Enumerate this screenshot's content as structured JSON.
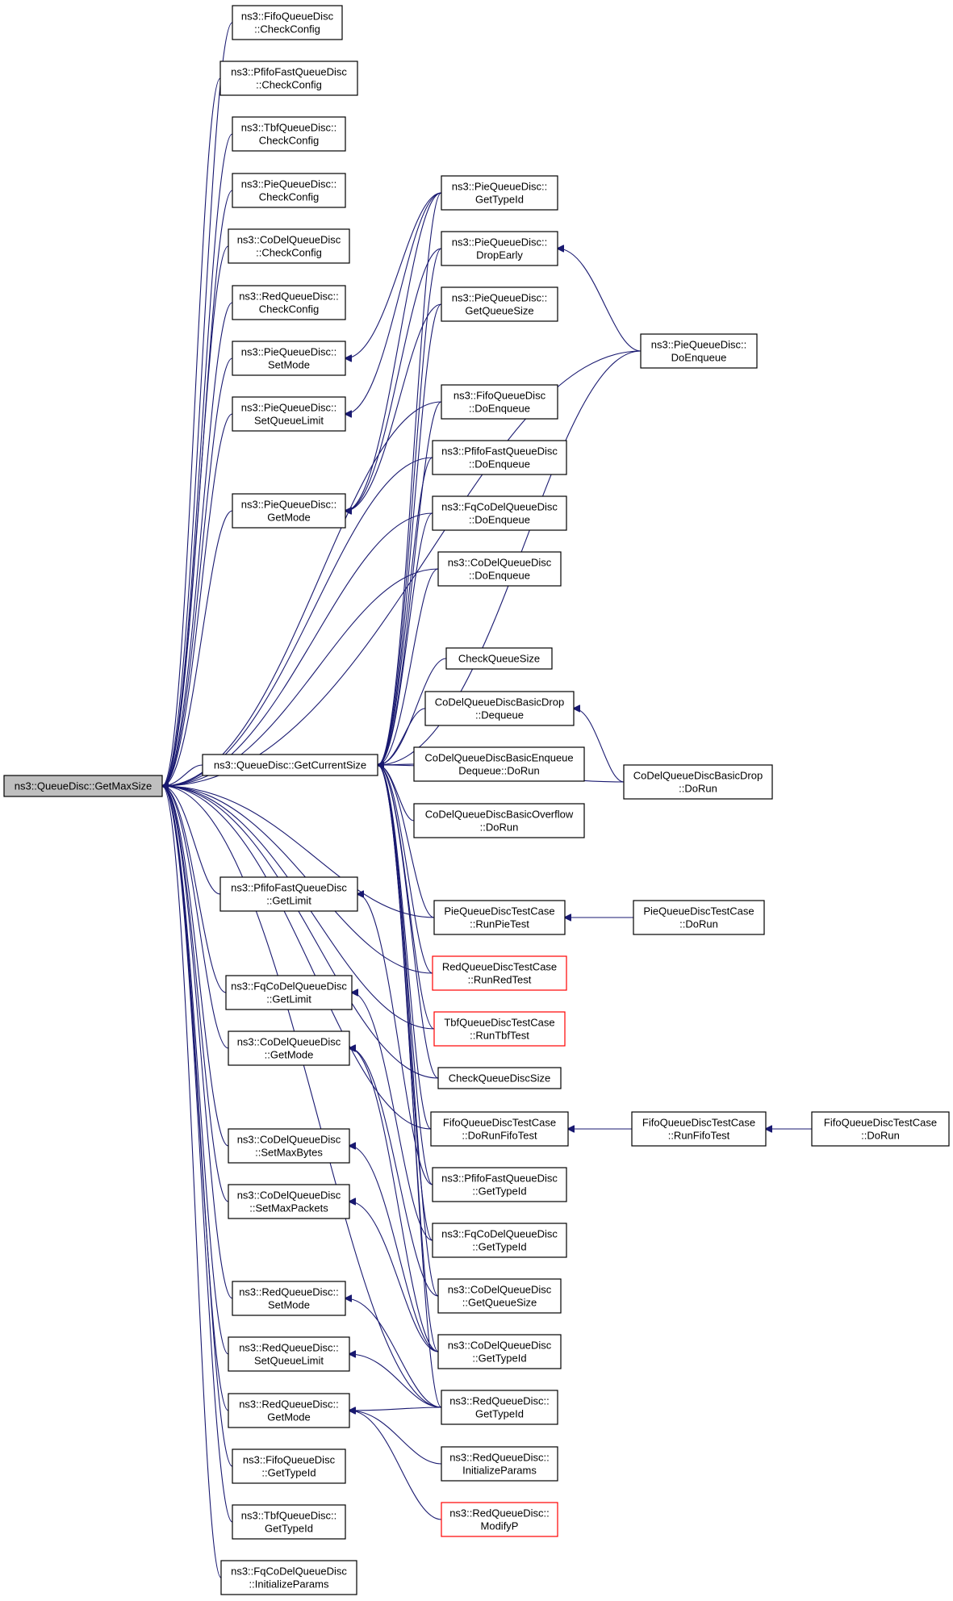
{
  "graph": {
    "nodes": [
      {
        "id": "root",
        "lines": [
          "ns3::QueueDisc::GetMaxSize"
        ],
        "style": "root"
      },
      {
        "id": "fifo_cc",
        "lines": [
          "ns3::FifoQueueDisc",
          "::CheckConfig"
        ]
      },
      {
        "id": "pfifo_cc",
        "lines": [
          "ns3::PfifoFastQueueDisc",
          "::CheckConfig"
        ]
      },
      {
        "id": "tbf_cc",
        "lines": [
          "ns3::TbfQueueDisc::",
          "CheckConfig"
        ]
      },
      {
        "id": "pie_cc",
        "lines": [
          "ns3::PieQueueDisc::",
          "CheckConfig"
        ]
      },
      {
        "id": "codel_cc",
        "lines": [
          "ns3::CoDelQueueDisc",
          "::CheckConfig"
        ]
      },
      {
        "id": "red_cc",
        "lines": [
          "ns3::RedQueueDisc::",
          "CheckConfig"
        ]
      },
      {
        "id": "pie_setmode",
        "lines": [
          "ns3::PieQueueDisc::",
          "SetMode"
        ]
      },
      {
        "id": "pie_setql",
        "lines": [
          "ns3::PieQueueDisc::",
          "SetQueueLimit"
        ]
      },
      {
        "id": "pie_getmode",
        "lines": [
          "ns3::PieQueueDisc::",
          "GetMode"
        ]
      },
      {
        "id": "getcur",
        "lines": [
          "ns3::QueueDisc::GetCurrentSize"
        ]
      },
      {
        "id": "pfifo_getlimit",
        "lines": [
          "ns3::PfifoFastQueueDisc",
          "::GetLimit"
        ]
      },
      {
        "id": "fq_getlimit",
        "lines": [
          "ns3::FqCoDelQueueDisc",
          "::GetLimit"
        ]
      },
      {
        "id": "codel_getmode",
        "lines": [
          "ns3::CoDelQueueDisc",
          "::GetMode"
        ]
      },
      {
        "id": "codel_setmb",
        "lines": [
          "ns3::CoDelQueueDisc",
          "::SetMaxBytes"
        ]
      },
      {
        "id": "codel_setmp",
        "lines": [
          "ns3::CoDelQueueDisc",
          "::SetMaxPackets"
        ]
      },
      {
        "id": "red_setmode",
        "lines": [
          "ns3::RedQueueDisc::",
          "SetMode"
        ]
      },
      {
        "id": "red_setql",
        "lines": [
          "ns3::RedQueueDisc::",
          "SetQueueLimit"
        ]
      },
      {
        "id": "red_getmode",
        "lines": [
          "ns3::RedQueueDisc::",
          "GetMode"
        ]
      },
      {
        "id": "fifo_gettid",
        "lines": [
          "ns3::FifoQueueDisc",
          "::GetTypeId"
        ]
      },
      {
        "id": "tbf_gettid",
        "lines": [
          "ns3::TbfQueueDisc::",
          "GetTypeId"
        ]
      },
      {
        "id": "fq_initp",
        "lines": [
          "ns3::FqCoDelQueueDisc",
          "::InitializeParams"
        ]
      },
      {
        "id": "pie_gettid",
        "lines": [
          "ns3::PieQueueDisc::",
          "GetTypeId"
        ]
      },
      {
        "id": "pie_dropearly",
        "lines": [
          "ns3::PieQueueDisc::",
          "DropEarly"
        ]
      },
      {
        "id": "pie_getqs",
        "lines": [
          "ns3::PieQueueDisc::",
          "GetQueueSize"
        ]
      },
      {
        "id": "fifo_doenq",
        "lines": [
          "ns3::FifoQueueDisc",
          "::DoEnqueue"
        ]
      },
      {
        "id": "pfifo_doenq",
        "lines": [
          "ns3::PfifoFastQueueDisc",
          "::DoEnqueue"
        ]
      },
      {
        "id": "fq_doenq",
        "lines": [
          "ns3::FqCoDelQueueDisc",
          "::DoEnqueue"
        ]
      },
      {
        "id": "codel_doenq",
        "lines": [
          "ns3::CoDelQueueDisc",
          "::DoEnqueue"
        ]
      },
      {
        "id": "checkqs",
        "lines": [
          "CheckQueueSize"
        ]
      },
      {
        "id": "cdbd_deq",
        "lines": [
          "CoDelQueueDiscBasicDrop",
          "::Dequeue"
        ]
      },
      {
        "id": "cdbe_dorun",
        "lines": [
          "CoDelQueueDiscBasicEnqueue",
          "Dequeue::DoRun"
        ]
      },
      {
        "id": "cdbo_dorun",
        "lines": [
          "CoDelQueueDiscBasicOverflow",
          "::DoRun"
        ]
      },
      {
        "id": "pietc_runpie",
        "lines": [
          "PieQueueDiscTestCase",
          "::RunPieTest"
        ]
      },
      {
        "id": "redtc_runred",
        "lines": [
          "RedQueueDiscTestCase",
          "::RunRedTest"
        ],
        "style": "red"
      },
      {
        "id": "tbftc_runtbf",
        "lines": [
          "TbfQueueDiscTestCase",
          "::RunTbfTest"
        ],
        "style": "red"
      },
      {
        "id": "checkqds",
        "lines": [
          "CheckQueueDiscSize"
        ]
      },
      {
        "id": "fifotc_dorunfifo",
        "lines": [
          "FifoQueueDiscTestCase",
          "::DoRunFifoTest"
        ]
      },
      {
        "id": "pfifo_gettid",
        "lines": [
          "ns3::PfifoFastQueueDisc",
          "::GetTypeId"
        ]
      },
      {
        "id": "fq_gettid",
        "lines": [
          "ns3::FqCoDelQueueDisc",
          "::GetTypeId"
        ]
      },
      {
        "id": "codel_getqs",
        "lines": [
          "ns3::CoDelQueueDisc",
          "::GetQueueSize"
        ]
      },
      {
        "id": "codel_gettid",
        "lines": [
          "ns3::CoDelQueueDisc",
          "::GetTypeId"
        ]
      },
      {
        "id": "red_gettid",
        "lines": [
          "ns3::RedQueueDisc::",
          "GetTypeId"
        ]
      },
      {
        "id": "red_initp",
        "lines": [
          "ns3::RedQueueDisc::",
          "InitializeParams"
        ]
      },
      {
        "id": "red_modp",
        "lines": [
          "ns3::RedQueueDisc::",
          "ModifyP"
        ],
        "style": "red"
      },
      {
        "id": "pie_doenq",
        "lines": [
          "ns3::PieQueueDisc::",
          "DoEnqueue"
        ]
      },
      {
        "id": "cdbd_dorun",
        "lines": [
          "CoDelQueueDiscBasicDrop",
          "::DoRun"
        ]
      },
      {
        "id": "pietc_dorun",
        "lines": [
          "PieQueueDiscTestCase",
          "::DoRun"
        ]
      },
      {
        "id": "fifotc_runfifo",
        "lines": [
          "FifoQueueDiscTestCase",
          "::RunFifoTest"
        ]
      },
      {
        "id": "fifotc_dorun",
        "lines": [
          "FifoQueueDiscTestCase",
          "::DoRun"
        ]
      }
    ],
    "edges": [
      [
        "root",
        "fifo_cc"
      ],
      [
        "root",
        "pfifo_cc"
      ],
      [
        "root",
        "tbf_cc"
      ],
      [
        "root",
        "pie_cc"
      ],
      [
        "root",
        "codel_cc"
      ],
      [
        "root",
        "red_cc"
      ],
      [
        "root",
        "pie_setmode"
      ],
      [
        "root",
        "pie_setql"
      ],
      [
        "root",
        "pie_getmode"
      ],
      [
        "root",
        "getcur"
      ],
      [
        "root",
        "pfifo_getlimit"
      ],
      [
        "root",
        "fq_getlimit"
      ],
      [
        "root",
        "codel_getmode"
      ],
      [
        "root",
        "codel_setmb"
      ],
      [
        "root",
        "codel_setmp"
      ],
      [
        "root",
        "red_setmode"
      ],
      [
        "root",
        "red_setql"
      ],
      [
        "root",
        "red_getmode"
      ],
      [
        "root",
        "fifo_gettid"
      ],
      [
        "root",
        "tbf_gettid"
      ],
      [
        "root",
        "fq_initp"
      ],
      [
        "root",
        "pie_doenq"
      ],
      [
        "root",
        "fifo_doenq"
      ],
      [
        "root",
        "pfifo_doenq"
      ],
      [
        "root",
        "fq_doenq"
      ],
      [
        "root",
        "codel_doenq"
      ],
      [
        "root",
        "fifotc_dorunfifo"
      ],
      [
        "root",
        "tbftc_runtbf"
      ],
      [
        "root",
        "redtc_runred"
      ],
      [
        "root",
        "checkqds"
      ],
      [
        "root",
        "pietc_runpie"
      ],
      [
        "root",
        "red_gettid"
      ],
      [
        "pie_setmode",
        "pie_gettid"
      ],
      [
        "pie_setql",
        "pie_gettid"
      ],
      [
        "pie_getmode",
        "pie_gettid"
      ],
      [
        "pie_getmode",
        "pie_dropearly"
      ],
      [
        "pie_getmode",
        "pie_getqs"
      ],
      [
        "pie_dropearly",
        "pie_doenq"
      ],
      [
        "getcur",
        "pie_gettid"
      ],
      [
        "getcur",
        "pie_dropearly"
      ],
      [
        "getcur",
        "pie_getqs"
      ],
      [
        "getcur",
        "fifo_doenq"
      ],
      [
        "getcur",
        "pfifo_doenq"
      ],
      [
        "getcur",
        "fq_doenq"
      ],
      [
        "getcur",
        "codel_doenq"
      ],
      [
        "getcur",
        "checkqs"
      ],
      [
        "getcur",
        "cdbd_deq"
      ],
      [
        "getcur",
        "cdbe_dorun"
      ],
      [
        "getcur",
        "cdbo_dorun"
      ],
      [
        "getcur",
        "pie_doenq"
      ],
      [
        "getcur",
        "cdbd_dorun"
      ],
      [
        "getcur",
        "pietc_runpie"
      ],
      [
        "getcur",
        "redtc_runred"
      ],
      [
        "getcur",
        "tbftc_runtbf"
      ],
      [
        "getcur",
        "checkqds"
      ],
      [
        "getcur",
        "fifotc_dorunfifo"
      ],
      [
        "getcur",
        "pfifo_gettid"
      ],
      [
        "getcur",
        "fq_gettid"
      ],
      [
        "getcur",
        "codel_getqs"
      ],
      [
        "getcur",
        "codel_gettid"
      ],
      [
        "getcur",
        "red_gettid"
      ],
      [
        "cdbd_deq",
        "cdbd_dorun"
      ],
      [
        "pietc_runpie",
        "pietc_dorun"
      ],
      [
        "fifotc_dorunfifo",
        "fifotc_runfifo"
      ],
      [
        "fifotc_runfifo",
        "fifotc_dorun"
      ],
      [
        "pfifo_getlimit",
        "pfifo_gettid"
      ],
      [
        "fq_getlimit",
        "fq_gettid"
      ],
      [
        "codel_getmode",
        "codel_gettid"
      ],
      [
        "codel_getmode",
        "codel_getqs"
      ],
      [
        "codel_setmb",
        "codel_gettid"
      ],
      [
        "codel_setmp",
        "codel_gettid"
      ],
      [
        "red_setmode",
        "red_gettid"
      ],
      [
        "red_setql",
        "red_gettid"
      ],
      [
        "red_getmode",
        "red_gettid"
      ],
      [
        "red_getmode",
        "red_initp"
      ],
      [
        "red_getmode",
        "red_modp"
      ]
    ]
  }
}
